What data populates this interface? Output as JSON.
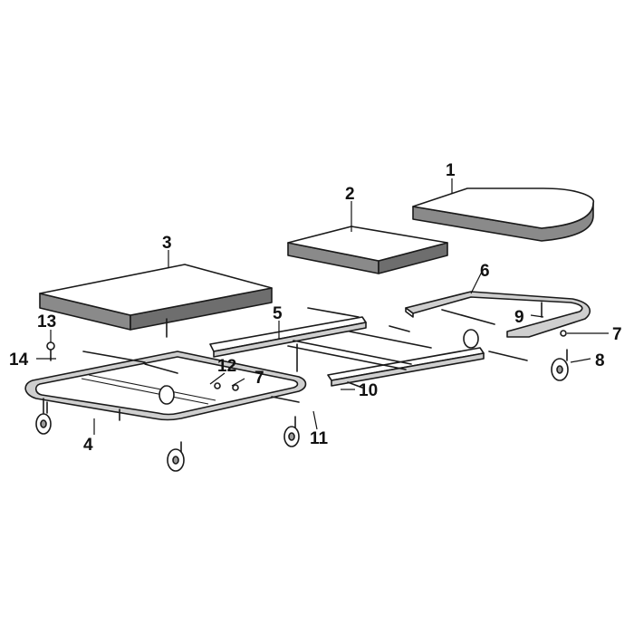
{
  "diagram": {
    "callouts": [
      {
        "id": "1",
        "text": "1"
      },
      {
        "id": "2",
        "text": "2"
      },
      {
        "id": "3",
        "text": "3"
      },
      {
        "id": "4",
        "text": "4"
      },
      {
        "id": "5",
        "text": "5"
      },
      {
        "id": "6",
        "text": "6"
      },
      {
        "id": "7a",
        "text": "7"
      },
      {
        "id": "7b",
        "text": "7"
      },
      {
        "id": "8",
        "text": "8"
      },
      {
        "id": "9",
        "text": "9"
      },
      {
        "id": "10",
        "text": "10"
      },
      {
        "id": "11",
        "text": "11"
      },
      {
        "id": "12",
        "text": "12"
      },
      {
        "id": "13",
        "text": "13"
      },
      {
        "id": "14",
        "text": "14"
      }
    ]
  }
}
